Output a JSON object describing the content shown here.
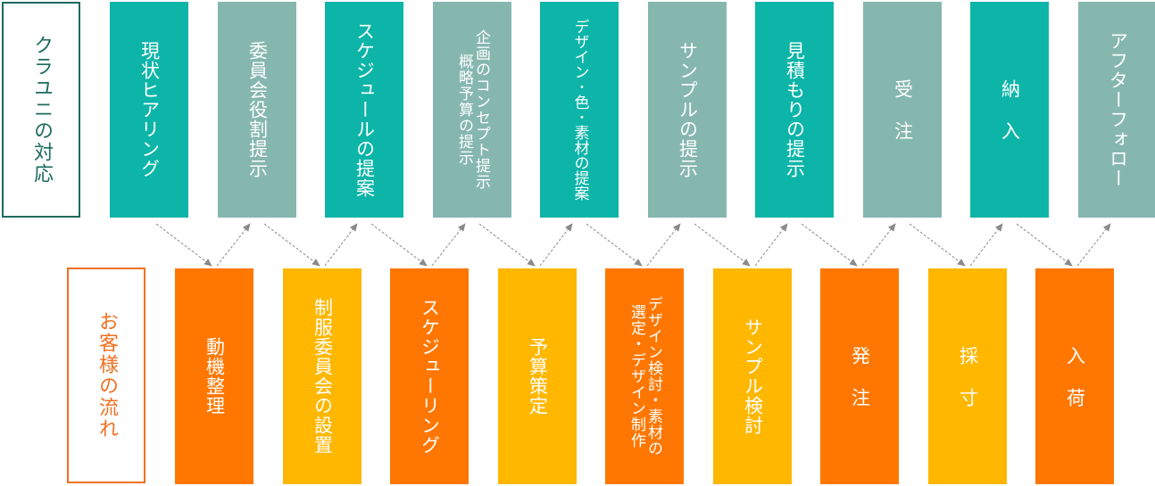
{
  "colors": {
    "teal": "#0db5a8",
    "sage": "#86b7af",
    "orange": "#ff7700",
    "yellow": "#ffb700",
    "label_green": "#1b6b5d",
    "label_orange": "#f07020",
    "arrow": "#8a8a8a"
  },
  "company": {
    "label": "クラユニの対応",
    "steps": [
      {
        "lines": [
          "現状ヒアリング"
        ],
        "color": "teal"
      },
      {
        "lines": [
          "委員会役割提示"
        ],
        "color": "sage"
      },
      {
        "lines": [
          "スケジュールの提案"
        ],
        "color": "teal"
      },
      {
        "lines": [
          "企画のコンセプト提示",
          "概略予算の提示"
        ],
        "color": "sage"
      },
      {
        "lines": [
          "デザイン･色･素材の提案"
        ],
        "color": "teal"
      },
      {
        "lines": [
          "サンプルの提示"
        ],
        "color": "sage"
      },
      {
        "lines": [
          "見積もりの提示"
        ],
        "color": "teal"
      },
      {
        "lines": [
          "受 注"
        ],
        "color": "sage"
      },
      {
        "lines": [
          "納 入"
        ],
        "color": "teal"
      },
      {
        "lines": [
          "アフターフォロー"
        ],
        "color": "sage"
      }
    ]
  },
  "customer": {
    "label": "お客様の流れ",
    "steps": [
      {
        "lines": [
          "動機整理"
        ],
        "color": "orange"
      },
      {
        "lines": [
          "制服委員会の設置"
        ],
        "color": "yellow"
      },
      {
        "lines": [
          "スケジューリング"
        ],
        "color": "orange"
      },
      {
        "lines": [
          "予算策定"
        ],
        "color": "yellow"
      },
      {
        "lines": [
          "デザイン検討・素材の",
          "選定・デザイン制作"
        ],
        "color": "orange"
      },
      {
        "lines": [
          "サンプル検討"
        ],
        "color": "yellow"
      },
      {
        "lines": [
          "発 注"
        ],
        "color": "orange"
      },
      {
        "lines": [
          "採 寸"
        ],
        "color": "yellow"
      },
      {
        "lines": [
          "入 荷"
        ],
        "color": "orange"
      }
    ]
  }
}
